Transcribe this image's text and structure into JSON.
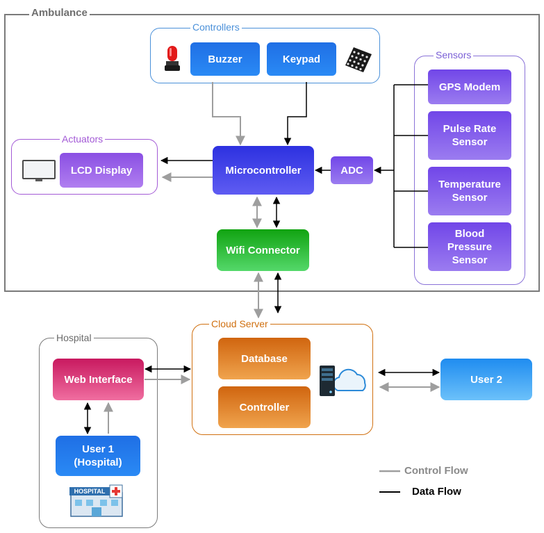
{
  "groups": {
    "ambulance": "Ambulance",
    "controllers": "Controllers",
    "sensors": "Sensors",
    "actuators": "Actuators",
    "hospital": "Hospital",
    "cloud": "Cloud Server"
  },
  "nodes": {
    "buzzer": "Buzzer",
    "keypad": "Keypad",
    "gps": "GPS Modem",
    "pulse_line1": "Pulse Rate",
    "pulse_line2": "Sensor",
    "temp_line1": "Temperature",
    "temp_line2": "Sensor",
    "bp_line1": "Blood",
    "bp_line2": "Pressure",
    "bp_line3": "Sensor",
    "lcd": "LCD Display",
    "micro": "Microcontroller",
    "adc": "ADC",
    "wifi": "Wifi Connector",
    "database": "Database",
    "controller": "Controller",
    "web": "Web Interface",
    "user1_line1": "User 1",
    "user1_line2": "(Hospital)",
    "user2": "User 2",
    "hospital_sign": "HOSPITAL"
  },
  "legend": {
    "control": "Control Flow",
    "data": "Data Flow"
  },
  "colors": {
    "control_flow": "#9e9e9e",
    "data_flow": "#000000",
    "ambulance_border": "#7a7a7a",
    "controllers_border": "#4a90d9",
    "sensors_border": "#8a72d8",
    "actuators_border": "#a35ad6",
    "hospital_border": "#7a7a7a",
    "cloud_border": "#d07010"
  }
}
